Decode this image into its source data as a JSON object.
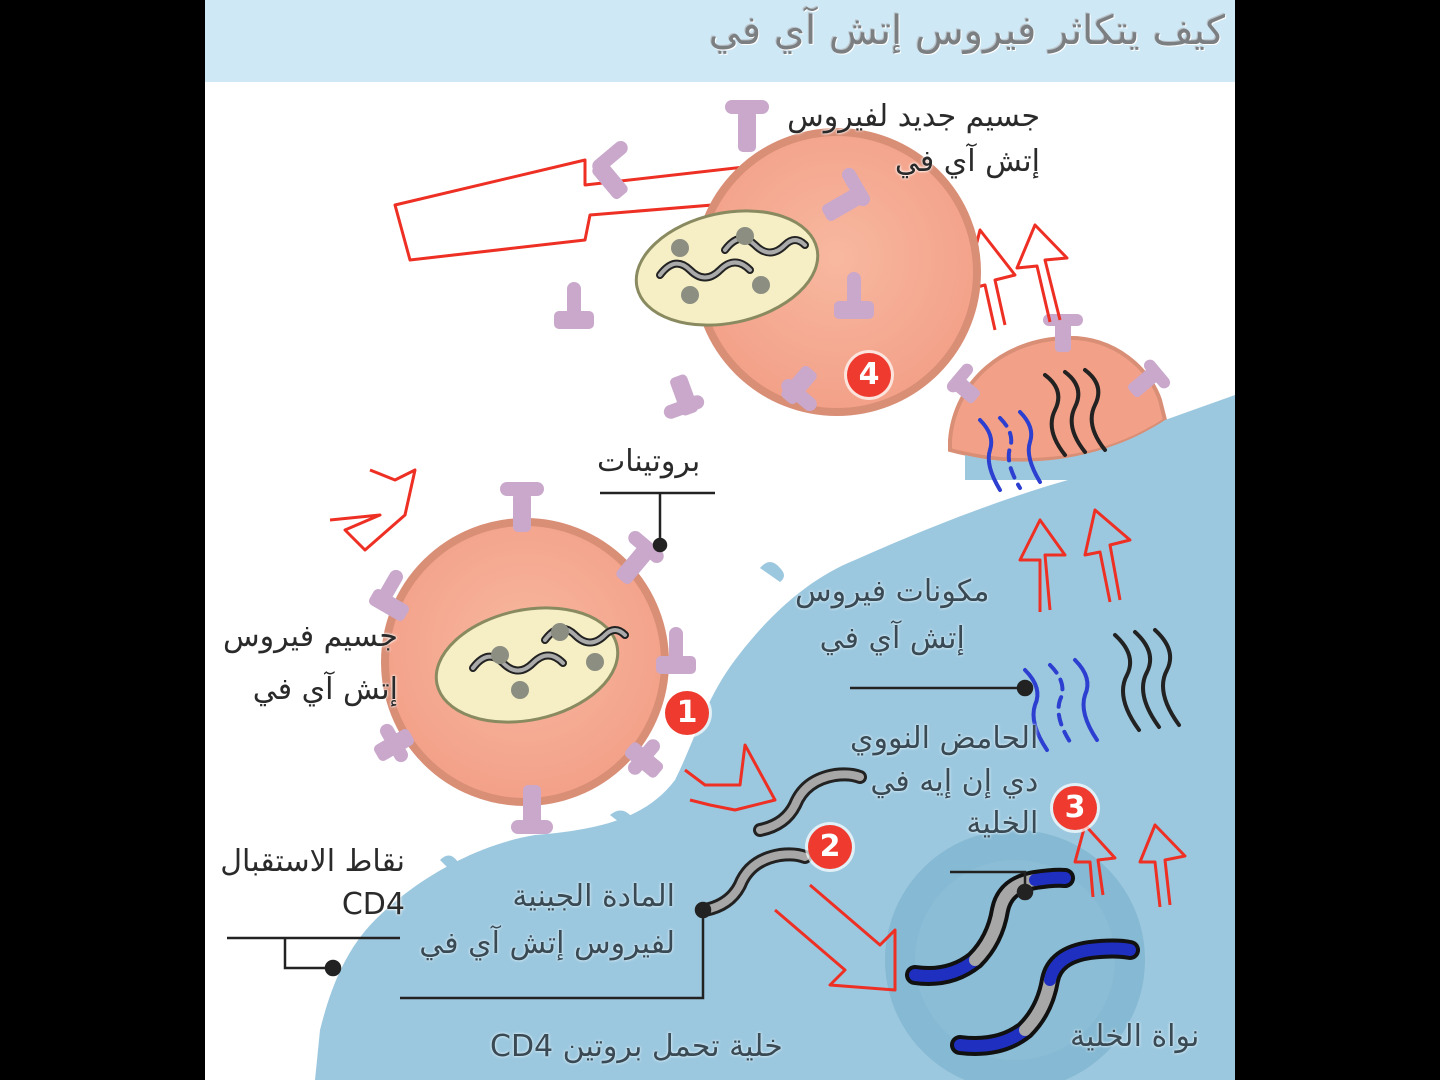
{
  "title": "كيف يتكاثر فيروس إتش آي في",
  "labels": {
    "new_virus_line1": "جسيم جديد لفيروس",
    "new_virus_line2": "إتش آي في",
    "proteins": "بروتينات",
    "virus_particle_line1": "جسيم فيروس",
    "virus_particle_line2": "إتش آي في",
    "components_line1": "مكونات فيروس",
    "components_line2": "إتش آي في",
    "dna_line1": "الحامض النووي",
    "dna_line2": "دي إن إيه في",
    "dna_line3": "الخلية",
    "receptors_line1": "نقاط الاستقبال",
    "receptors_line2": "CD4",
    "genetic_line1": "المادة الجينية",
    "genetic_line2": "لفيروس إتش آي في",
    "cell": "خلية تحمل بروتين CD4",
    "nucleus": "نواة الخلية"
  },
  "steps": [
    "1",
    "2",
    "3",
    "4"
  ],
  "colors": {
    "title_band": "#cfe8f6",
    "cell": "#9cc8df",
    "nucleus": "#86b9d3",
    "virus_fill": "#f5a98f",
    "virus_edge": "#d98e76",
    "capsid": "#f6efc6",
    "spike": "#c9a8cc",
    "arrow": "#ee2f24",
    "badge": "#ee3a2f",
    "dna_host": "#1f2fbf",
    "rna_viral": "#a7a7a7"
  }
}
